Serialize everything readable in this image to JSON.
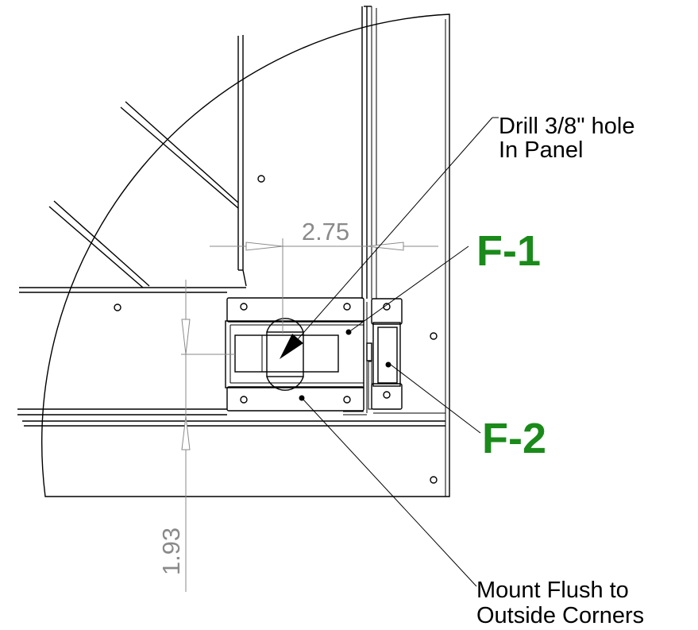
{
  "notes": {
    "drill_line1": "Drill 3/8\" hole",
    "drill_line2": "In Panel",
    "mount_line1": "Mount Flush to",
    "mount_line2": "Outside Corners"
  },
  "dimensions": {
    "horizontal": "2.75",
    "vertical": "1.93"
  },
  "labels": {
    "f1": "F-1",
    "f2": "F-2",
    "label_color": "#1a8a1a"
  }
}
